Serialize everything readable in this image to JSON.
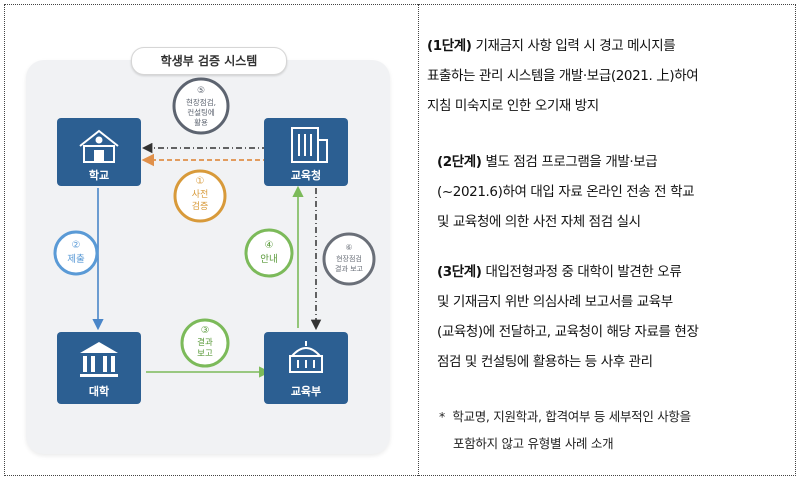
{
  "diagram": {
    "title": "학생부 검증 시스템",
    "nodes": {
      "school": "학교",
      "office_of_education": "교육청",
      "university": "대학",
      "ministry": "교육부"
    },
    "circles": {
      "c1_num": "①",
      "c1_l1": "사전",
      "c1_l2": "검증",
      "c2_num": "②",
      "c2_l1": "제출",
      "c3_num": "③",
      "c3_l1": "결과",
      "c3_l2": "보고",
      "c4_num": "④",
      "c4_l1": "안내",
      "c5_num": "⑤",
      "c5_l1": "현장점검,",
      "c5_l2": "컨설팅에",
      "c5_l3": "활용",
      "c6_num": "⑥",
      "c6_l1": "현장점검",
      "c6_l2": "결과 보고"
    },
    "colors": {
      "node_blue": "#2c5f92",
      "arrow_blue": "#4a86c8",
      "arrow_green": "#7cba5a",
      "arrow_orange": "#e0904a",
      "arrow_dark": "#333333",
      "c1": "#d89a3a",
      "c2": "#5a9ad6",
      "c3": "#7cba5a",
      "c4": "#7cba5a",
      "c5": "#5d6470",
      "c6": "#6a6f78"
    }
  },
  "steps": [
    {
      "label": "(1단계)",
      "lines": [
        "기재금지 사항 입력 시 경고 메시지를",
        "표출하는 관리 시스템을 개발‧보급(2021. 上)하여",
        "지침 미숙지로 인한 오기재 방지"
      ]
    },
    {
      "label": "(2단계)",
      "lines": [
        "별도 점검 프로그램을 개발‧보급",
        "(~2021.6)하여 대입 자료 온라인 전송 전 학교",
        "및 교육청에 의한 사전 자체 점검 실시"
      ]
    },
    {
      "label": "(3단계)",
      "lines": [
        "대입전형과정 중 대학이 발견한 오류",
        "및 기재금지 위반 의심사례 보고서를 교육부",
        "(교육청)에 전달하고, 교육청이 해당 자료를 현장",
        "점검 및 컨설팅에 활용하는 등 사후 관리"
      ]
    }
  ],
  "note": {
    "marker": "*",
    "lines": [
      "학교명, 지원학과, 합격여부 등 세부적인 사항을",
      "포함하지 않고 유형별 사례 소개"
    ]
  }
}
